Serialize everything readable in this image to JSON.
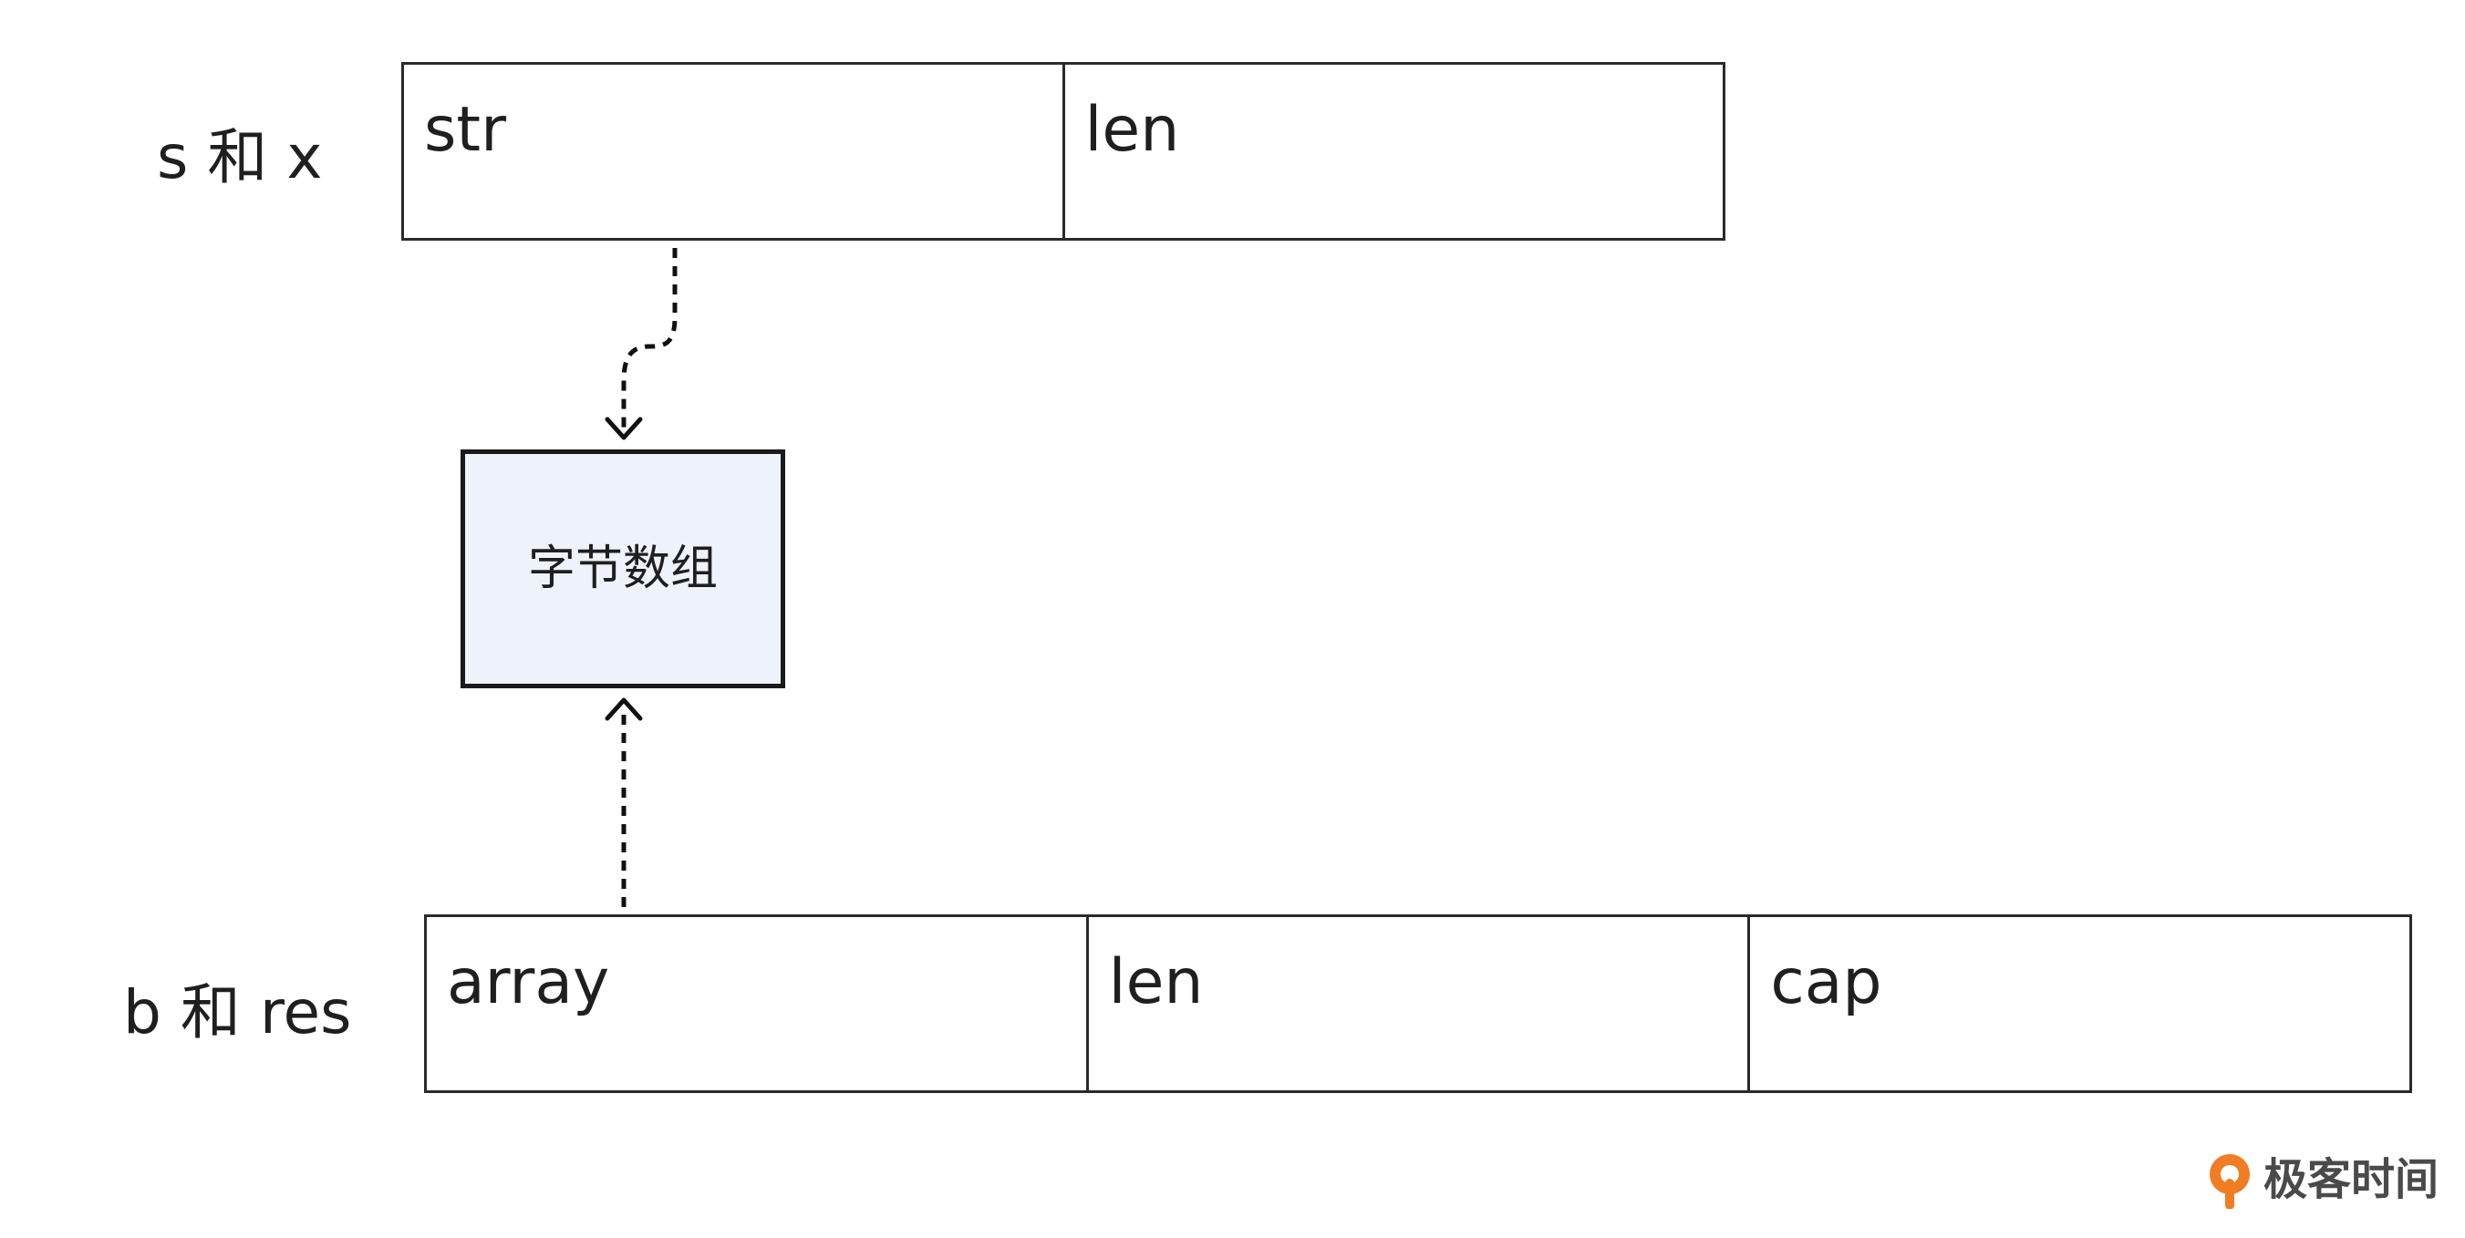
{
  "top_struct": {
    "row_label": "s 和 x",
    "fields": [
      "str",
      "len"
    ]
  },
  "bottom_struct": {
    "row_label": "b 和 res",
    "fields": [
      "array",
      "len",
      "cap"
    ]
  },
  "byte_array": {
    "label": "字节数组",
    "fill_color": "#eef2fb"
  },
  "watermark": {
    "text": "极客时间",
    "logo_color": "#f07c24"
  }
}
